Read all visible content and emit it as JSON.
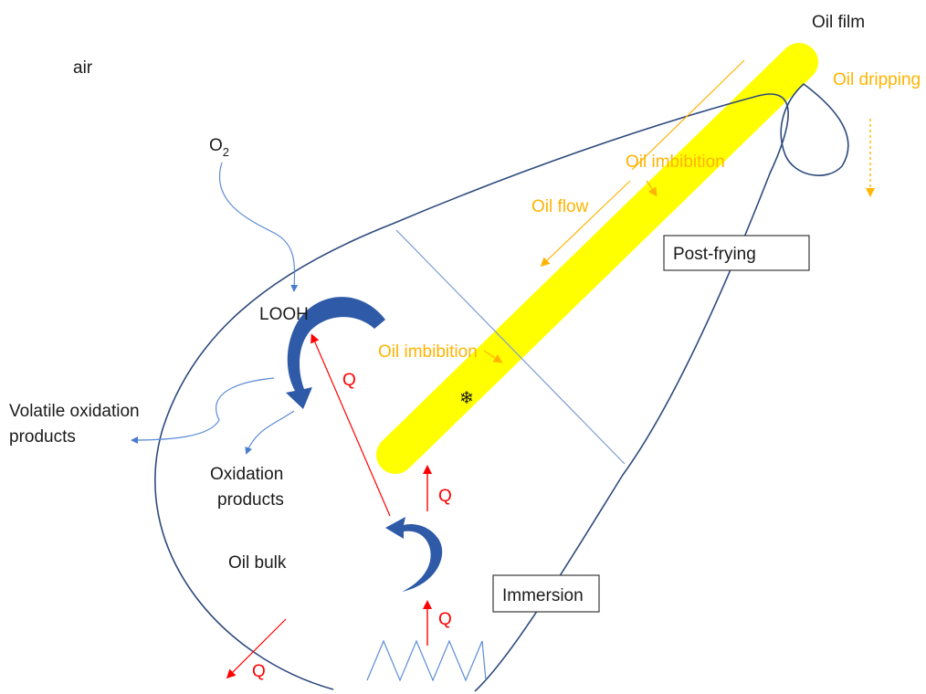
{
  "labels": {
    "air": "air",
    "oil_film": "Oil film",
    "oil_dripping": "Oil dripping",
    "o2_main": "O",
    "o2_sub": "2",
    "looh": "LOOH",
    "oil_imbibition_top": "Oil imbibition",
    "oil_flow": "Oil flow",
    "post_frying": "Post-frying",
    "oil_imbibition_mid": "Oil imbibition",
    "volatile_line1": "Volatile oxidation",
    "volatile_line2": "products",
    "oxidation_line1": "Oxidation",
    "oxidation_line2": "products",
    "oil_bulk": "Oil bulk",
    "immersion": "Immersion",
    "q_heat_upper": "Q",
    "q_heat_food": "Q",
    "q_heat_source": "Q",
    "q_heat_loss": "Q",
    "snowflake": "❄"
  },
  "colors": {
    "outline": "#2e4a7d",
    "oxygen_line": "#5b8bd6",
    "food": "#ffff00",
    "oil_text": "#ffb400",
    "heat": "#ff0000",
    "cycle_arrow": "#2e5aa8"
  }
}
